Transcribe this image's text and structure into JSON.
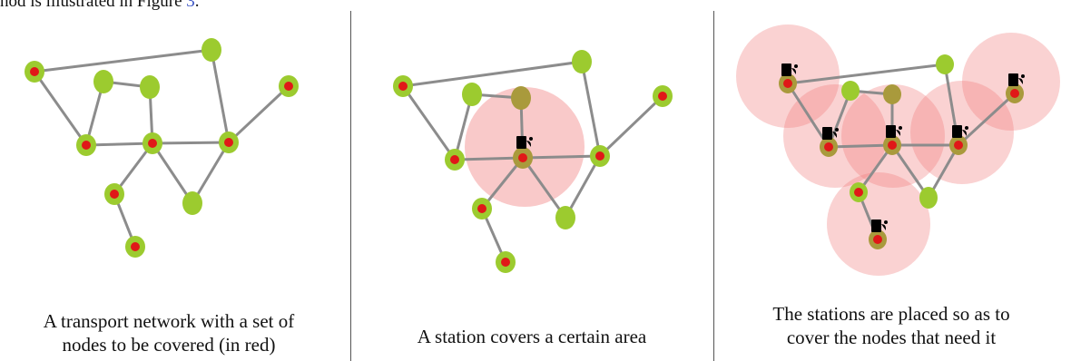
{
  "top_text": {
    "prefix": "hod is illustrated in Figure ",
    "figure_ref": "3",
    "suffix": "."
  },
  "panels": [
    {
      "caption_line1": "A transport network with a set of",
      "caption_line2": "nodes to be covered (in red)"
    },
    {
      "caption_line1": "A station covers a certain area",
      "caption_line2": ""
    },
    {
      "caption_line1": "The stations are placed so as to",
      "caption_line2": "cover the nodes that need it"
    }
  ],
  "colors": {
    "node_green": "#9ccb2f",
    "node_red": "#e01818",
    "coverage_pink": "#f07f7f",
    "edge_gray": "#8c8c8c"
  }
}
